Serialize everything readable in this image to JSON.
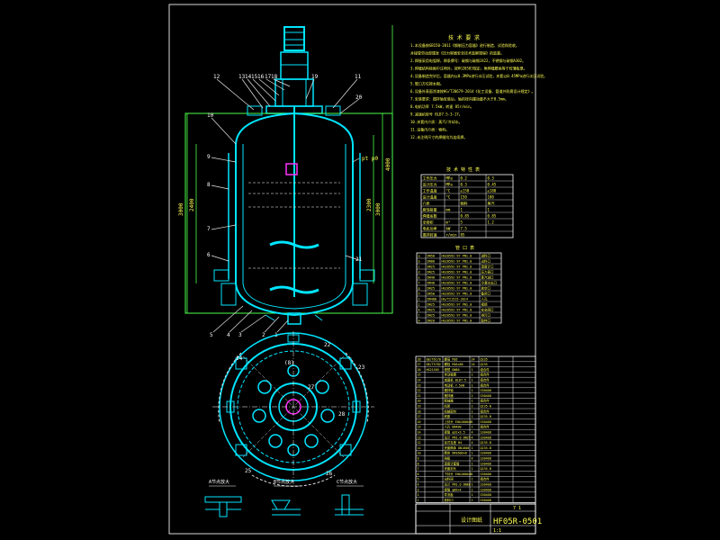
{
  "drawing": {
    "title": "HF05R-0501",
    "sheet_label": "设计图纸",
    "scale": "1:1",
    "sheet": "7 1"
  },
  "dimensions": {
    "left_overall": "3000",
    "left_inner": "2400",
    "right_a": "2300",
    "right_b": "3000",
    "right_overall": "4000",
    "pt": "pt p0"
  },
  "callouts": [
    "12",
    "13",
    "14",
    "15",
    "16",
    "17",
    "18",
    "19",
    "11",
    "10",
    "9",
    "8",
    "7",
    "6",
    "5",
    "4",
    "3",
    "2",
    "1",
    "20",
    "21",
    "22",
    "23",
    "24",
    "25",
    "26",
    "27",
    "28"
  ],
  "tech_notes": {
    "header": "技 术 要 求",
    "lines": [
      "1.本设备按GB150-2011《钢制压力容器》进行制造、试验和验收。",
      "  并接受劳动部颁发《压力容器安全技术监察规程》的监督。",
      "2.焊接采用电弧焊，焊条牌号：碳钢与碳钢J422，不锈钢与碳钢A302。",
      "3.焊缝结构除图中注明外，按HG20583规定，角焊缝腰高等于较薄板厚。",
      "4.设备制造完毕后，容器内以0.3MPa进行水压试验，夹套以0.45MPa进行水压试验。",
      "5.管口方位按本图。",
      "6.设备外表面涂漆按HG/T20679-2014《化工设备、管道外防腐设计规定》。",
      "7.安装要求：搅拌轴安装后，轴的径向摆动量不大于0.5mm。",
      "8.电机功率 7.5kW，转速 85r/min。",
      "9.减速机型号 BLD7.5-3-17。",
      "10.夹套内介质：蒸汽/冷却水。",
      "11.设备内介质：物料。",
      "12.未注明尺寸的焊缝均为连续焊。"
    ]
  },
  "specs": {
    "header": "技 术 特 性 表",
    "rows": [
      [
        "工作压力",
        "MPa",
        "0.2",
        "0.3"
      ],
      [
        "设计压力",
        "MPa",
        "0.3",
        "0.45"
      ],
      [
        "工作温度",
        "°C",
        "≤150",
        "≤180"
      ],
      [
        "设计温度",
        "°C",
        "150",
        "180"
      ],
      [
        "介质",
        "",
        "物料",
        "蒸汽"
      ],
      [
        "腐蚀裕量",
        "mm",
        "1",
        "1"
      ],
      [
        "焊缝系数",
        "",
        "0.85",
        "0.85"
      ],
      [
        "全容积",
        "m³",
        "5",
        "1.2"
      ],
      [
        "电机功率",
        "kW",
        "7.5",
        ""
      ],
      [
        "搅拌转速",
        "r/min",
        "85",
        ""
      ]
    ]
  },
  "nozzles": {
    "header": "管 口 表",
    "rows": [
      [
        "a",
        "DN50",
        "HG20592-97 PN1.0",
        "进料口"
      ],
      [
        "b",
        "DN80",
        "HG20592-97 PN1.0",
        "出料口"
      ],
      [
        "c",
        "DN25",
        "HG20592-97 PN1.0",
        "温度计口"
      ],
      [
        "d",
        "DN25",
        "HG20592-97 PN1.0",
        "压力表口"
      ],
      [
        "e",
        "DN40",
        "HG20592-97 PN1.0",
        "蒸汽进口"
      ],
      [
        "f",
        "DN40",
        "HG20592-97 PN1.0",
        "冷凝水出口"
      ],
      [
        "g",
        "DN25",
        "HG20592-97 PN1.0",
        "放空口"
      ],
      [
        "h",
        "DN50",
        "HG20592-97 PN1.0",
        "备用口"
      ],
      [
        "i",
        "DN400",
        "HG/T21515-2014",
        "人孔"
      ],
      [
        "j",
        "DN25",
        "HG20592-97 PN1.0",
        "视镜"
      ],
      [
        "k",
        "DN25",
        "HG20592-97 PN1.0",
        "安全阀口"
      ],
      [
        "l",
        "DN25",
        "HG20592-97 PN1.0",
        "排污口"
      ],
      [
        "m",
        "DN20",
        "HG20592-97 PN1.0",
        "取样口"
      ]
    ]
  },
  "parts": {
    "rows": [
      [
        "28",
        "GB/T6170",
        "螺母 M16",
        "24",
        "Q235",
        "",
        ""
      ],
      [
        "27",
        "GB/T5782",
        "螺栓 M16×60",
        "24",
        "Q235",
        "",
        ""
      ],
      [
        "26",
        "HG21505",
        "视镜 DN80",
        "1",
        "组合件",
        "",
        ""
      ],
      [
        "25",
        "",
        "传动装置",
        "1",
        "组合件",
        "",
        ""
      ],
      [
        "24",
        "",
        "减速机 BLD7.5",
        "1",
        "组合件",
        "",
        ""
      ],
      [
        "23",
        "",
        "电动机 7.5kW",
        "1",
        "组合件",
        "",
        ""
      ],
      [
        "22",
        "",
        "搅拌轴",
        "1",
        "S30408",
        "",
        ""
      ],
      [
        "21",
        "",
        "搅拌器",
        "2",
        "S30408",
        "",
        ""
      ],
      [
        "20",
        "",
        "联轴器",
        "1",
        "组合件",
        "",
        ""
      ],
      [
        "19",
        "",
        "机架",
        "1",
        "Q235-B",
        "",
        ""
      ],
      [
        "18",
        "",
        "机械密封",
        "1",
        "组合件",
        "",
        ""
      ],
      [
        "17",
        "",
        "底座",
        "1",
        "Q235-B",
        "",
        ""
      ],
      [
        "16",
        "",
        "上封头 EHA1600×8",
        "1",
        "S30408",
        "",
        ""
      ],
      [
        "15",
        "",
        "人孔 DN400",
        "1",
        "组合件",
        "",
        ""
      ],
      [
        "14",
        "",
        "接管 φ32×3.5",
        "4",
        "S30408",
        "",
        ""
      ],
      [
        "13",
        "",
        "法兰 PN1.0 DN25",
        "4",
        "S30408",
        "",
        ""
      ],
      [
        "12",
        "",
        "耳式支座 B4",
        "4",
        "Q235-B",
        "",
        ""
      ],
      [
        "11",
        "",
        "夹套筒体 DN1800",
        "1",
        "Q235-B",
        "",
        ""
      ],
      [
        "10",
        "",
        "筒体 DN1600×8",
        "1",
        "S30408",
        "",
        ""
      ],
      [
        "9",
        "",
        "挡板",
        "4",
        "S30408",
        "",
        ""
      ],
      [
        "8",
        "",
        "温度计套管",
        "1",
        "S30408",
        "",
        ""
      ],
      [
        "7",
        "",
        "夹套封头",
        "1",
        "Q235-B",
        "",
        ""
      ],
      [
        "6",
        "",
        "下封头 EHA1600×8",
        "1",
        "S30408",
        "",
        ""
      ],
      [
        "5",
        "",
        "出料阀",
        "1",
        "组合件",
        "",
        ""
      ],
      [
        "4",
        "",
        "法兰 PN1.0 DN80",
        "1",
        "S30408",
        "",
        ""
      ],
      [
        "3",
        "",
        "接管 φ89×4",
        "1",
        "S30408",
        "",
        ""
      ],
      [
        "2",
        "",
        "导流板",
        "1",
        "S30408",
        "",
        ""
      ],
      [
        "1",
        "",
        "放料口",
        "1",
        "S30408",
        "",
        ""
      ]
    ]
  },
  "details": [
    "A节点放大",
    "B节点放大",
    "C节点放大"
  ],
  "plan_view": {
    "center_label": "(8)"
  }
}
